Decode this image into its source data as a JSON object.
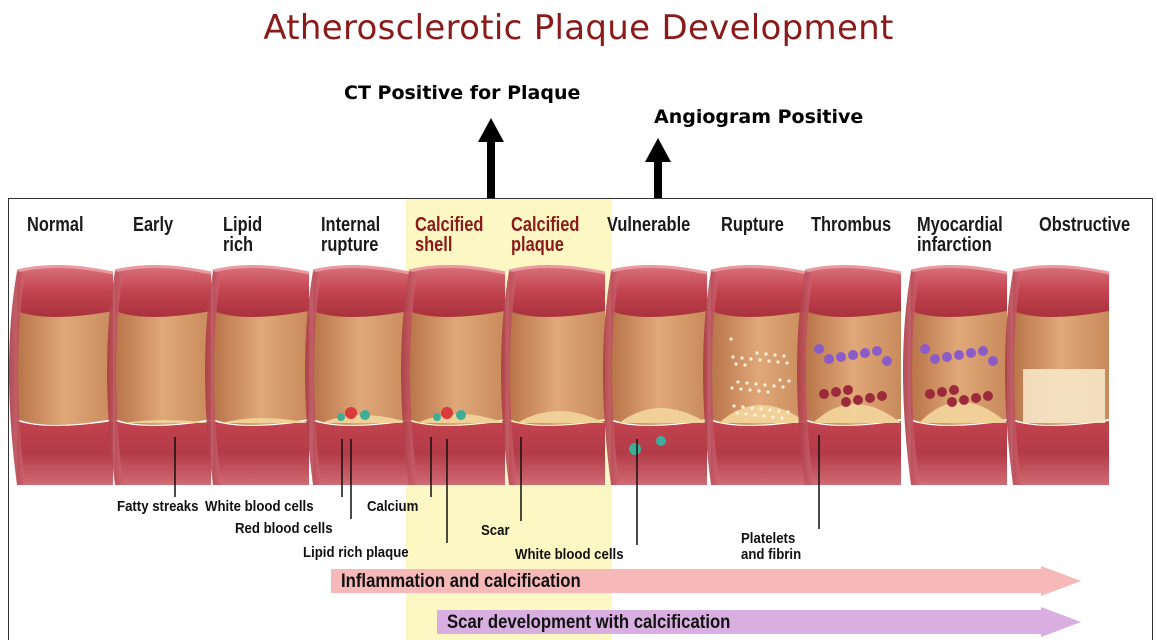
{
  "title": "Atherosclerotic Plaque Development",
  "callouts": {
    "ct": "CT Positive for Plaque",
    "angiogram": "Angiogram Positive"
  },
  "stages": [
    {
      "line1": "Normal",
      "line2": ""
    },
    {
      "line1": "Early",
      "line2": ""
    },
    {
      "line1": "Lipid",
      "line2": "rich"
    },
    {
      "line1": "Internal",
      "line2": "rupture"
    },
    {
      "line1": "Calcified",
      "line2": "shell"
    },
    {
      "line1": "Calcified",
      "line2": "plaque"
    },
    {
      "line1": "Vulnerable",
      "line2": ""
    },
    {
      "line1": "Rupture",
      "line2": ""
    },
    {
      "line1": "Thrombus",
      "line2": ""
    },
    {
      "line1": "Myocardial",
      "line2": "infarction"
    },
    {
      "line1": "Obstructive",
      "line2": ""
    }
  ],
  "annotations": {
    "fatty_streaks": "Fatty streaks",
    "white_blood_cells_1": "White blood cells",
    "red_blood_cells": "Red blood cells",
    "calcium": "Calcium",
    "lipid_rich_plaque": "Lipid rich plaque",
    "scar": "Scar",
    "white_blood_cells_2": "White blood cells",
    "platelets_line1": "Platelets",
    "platelets_line2": "and fibrin"
  },
  "bands": {
    "inflammation": "Inflammation and calcification",
    "scar_dev": "Scar development with calcification"
  },
  "colors": {
    "title": "#8b1a1a",
    "highlight": "#fdf7c3",
    "vessel_wall": "#c8505a",
    "lumen": "#d99a6a",
    "inflammation_band": "#f6b8b8",
    "scar_band": "#d9aee0"
  }
}
